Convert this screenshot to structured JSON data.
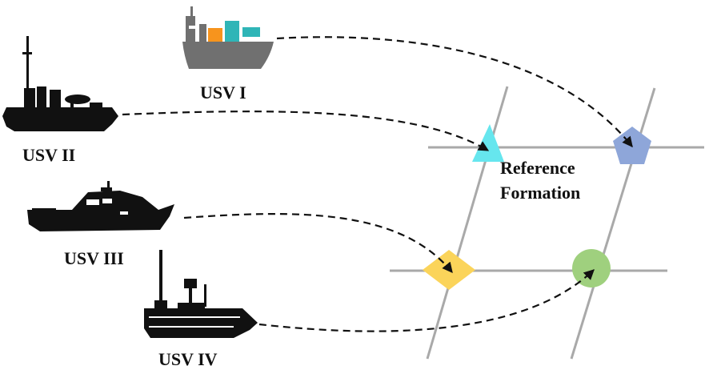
{
  "labels": {
    "usv1": "USV I",
    "usv2": "USV II",
    "usv3": "USV III",
    "usv4": "USV IV",
    "reference_line1": "Reference",
    "reference_line2": "Formation"
  },
  "colors": {
    "grid": "#a9a9a9",
    "ship_dark": "#111111",
    "ship1_hull": "#707070",
    "container_orange": "#f7941d",
    "container_teal": "#2fb5b7",
    "triangle": "#66e6ee",
    "pentagon": "#8ea6d9",
    "diamond": "#fbd45a",
    "circle": "#9fd07e",
    "arrow": "#111111"
  },
  "markers": [
    {
      "name": "triangle-marker",
      "shape": "triangle"
    },
    {
      "name": "pentagon-marker",
      "shape": "pentagon"
    },
    {
      "name": "diamond-marker",
      "shape": "diamond"
    },
    {
      "name": "circle-marker",
      "shape": "circle"
    }
  ]
}
